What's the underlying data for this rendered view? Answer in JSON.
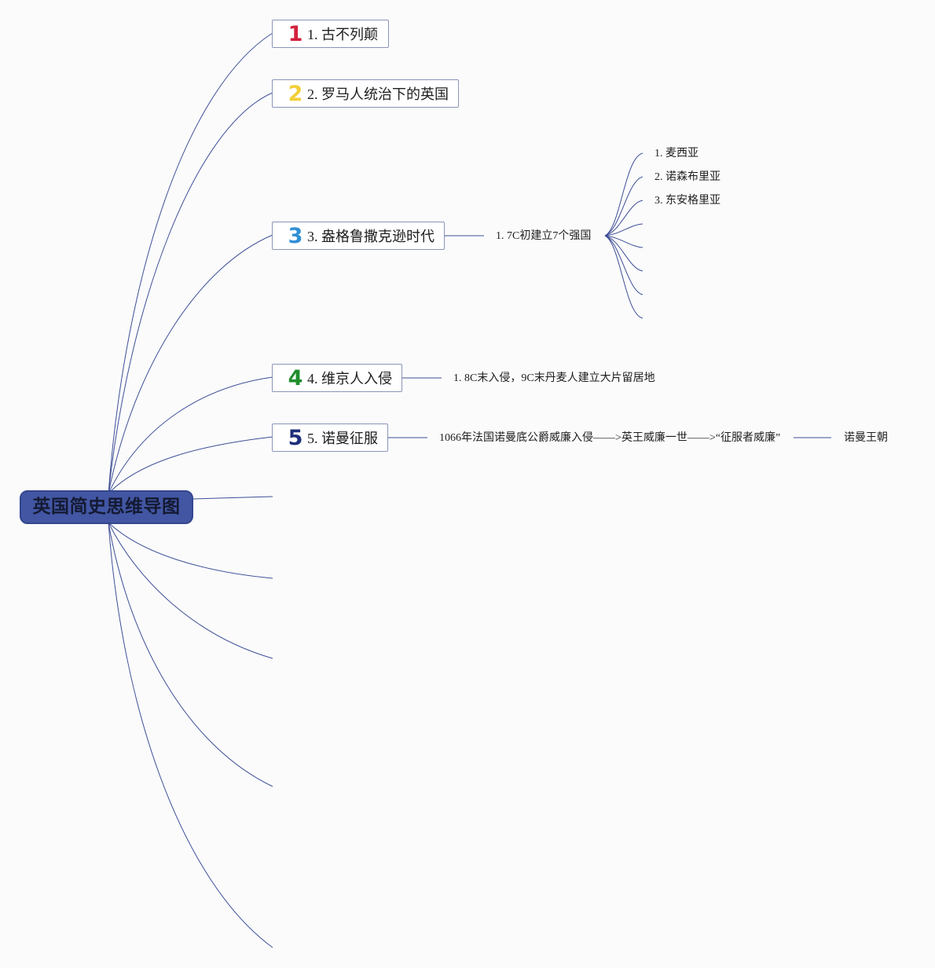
{
  "root": {
    "title": "英国简史思维导图"
  },
  "topics": [
    {
      "badge": "1",
      "badge_color": "#d3213c",
      "label": "1. 古不列颠"
    },
    {
      "badge": "2",
      "badge_color": "#f2cf3a",
      "label": "2. 罗马人统治下的英国"
    },
    {
      "badge": "3",
      "badge_color": "#2f8fd6",
      "label": "3. 盎格鲁撒克逊时代"
    },
    {
      "badge": "4",
      "badge_color": "#1f8d2c",
      "label": "4. 维京人入侵"
    },
    {
      "badge": "5",
      "badge_color": "#1d2f7a",
      "label": "5. 诺曼征服"
    }
  ],
  "subtopics": {
    "anglo_saxon": {
      "label": "1. 7C初建立7个强国",
      "kingdoms": [
        "1. 麦西亚",
        "2. 诺森布里亚",
        "3. 东安格里亚"
      ]
    },
    "viking": {
      "label": "1. 8C末入侵，9C末丹麦人建立大片留居地"
    },
    "norman": {
      "label": "1066年法国诺曼底公爵威廉入侵——>英王威廉一世——>“征服者威廉”",
      "result": "诺曼王朝"
    }
  },
  "colors": {
    "line": "#3e4f96",
    "root_fill": "#4256a3"
  }
}
